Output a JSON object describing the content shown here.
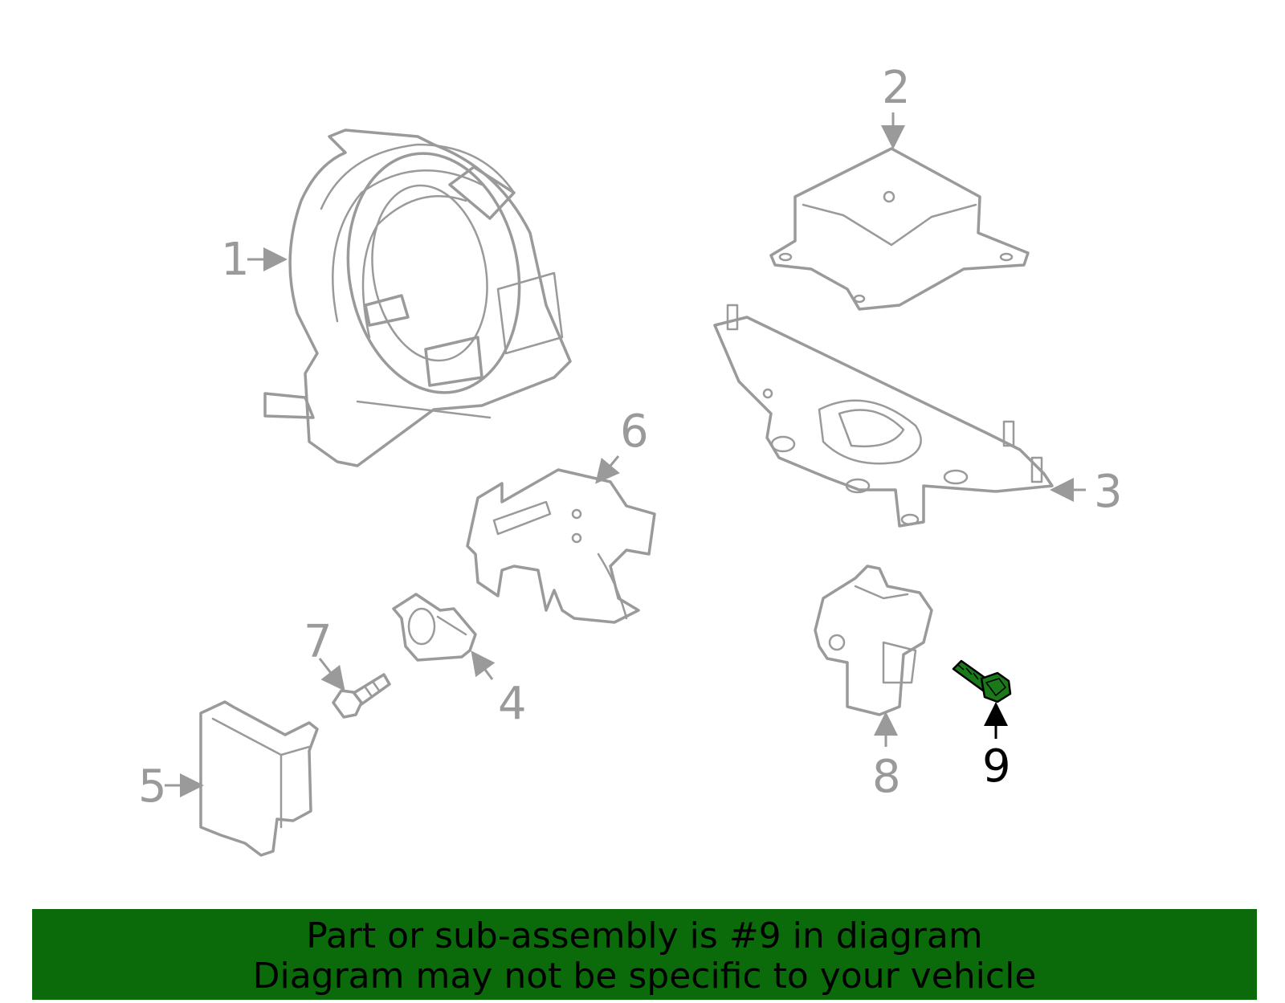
{
  "callouts": {
    "c1": "1",
    "c2": "2",
    "c3": "3",
    "c4": "4",
    "c5": "5",
    "c6": "6",
    "c7": "7",
    "c8": "8",
    "c9": "9"
  },
  "highlighted_part": "9",
  "colors": {
    "banner": "#0b6b0b",
    "highlight_part": "#1a7a1a",
    "line_art": "#9a9a9a"
  },
  "icons": {
    "1": "clockspring-icon",
    "2": "airbag-control-module-icon",
    "3": "module-bracket-icon",
    "4": "sensor-icon",
    "5": "control-unit-icon",
    "6": "mounting-bracket-icon",
    "7": "bolt-icon",
    "8": "impact-sensor-icon",
    "9": "bolt-icon"
  },
  "banner": {
    "line1": "Part or sub-assembly is #9 in diagram",
    "line2": "Diagram may not be specific to your vehicle"
  }
}
